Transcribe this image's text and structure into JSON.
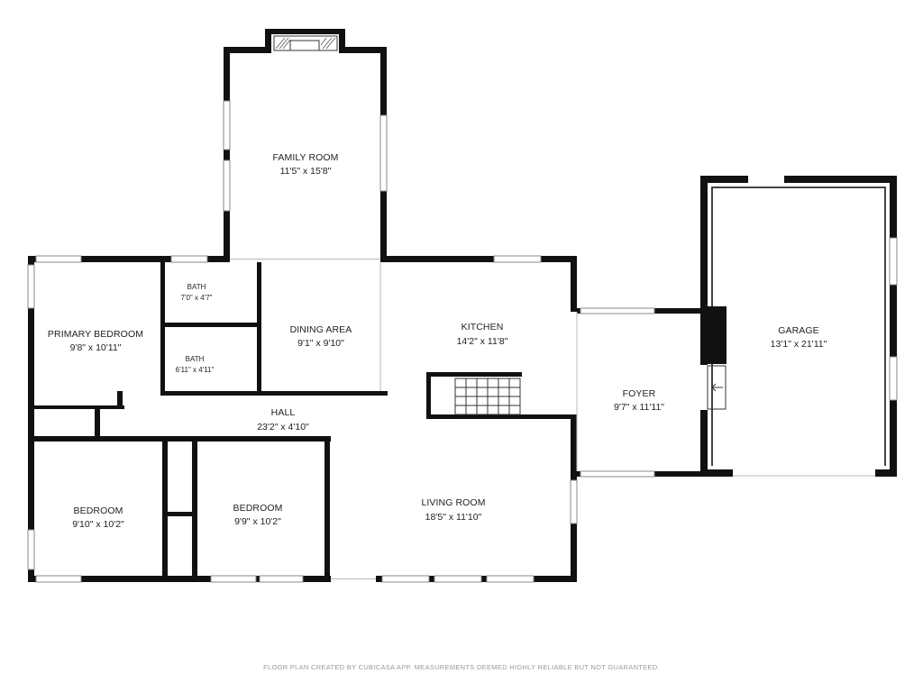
{
  "rooms": {
    "family_room": {
      "name": "FAMILY ROOM",
      "dims": "11'5\" x 15'8\""
    },
    "primary_bedroom": {
      "name": "PRIMARY BEDROOM",
      "dims": "9'8\" x 10'11\""
    },
    "bath1": {
      "name": "BATH",
      "dims": "7'0\" x 4'7\""
    },
    "bath2": {
      "name": "BATH",
      "dims": "6'11\" x 4'11\""
    },
    "dining_area": {
      "name": "DINING AREA",
      "dims": "9'1\" x 9'10\""
    },
    "kitchen": {
      "name": "KITCHEN",
      "dims": "14'2\" x 11'8\""
    },
    "foyer": {
      "name": "FOYER",
      "dims": "9'7\" x 11'11\""
    },
    "garage": {
      "name": "GARAGE",
      "dims": "13'1\" x 21'11\""
    },
    "hall": {
      "name": "HALL",
      "dims": "23'2\" x 4'10\""
    },
    "bedroom1": {
      "name": "BEDROOM",
      "dims": "9'10\" x 10'2\""
    },
    "bedroom2": {
      "name": "BEDROOM",
      "dims": "9'9\" x 10'2\""
    },
    "living_room": {
      "name": "LIVING ROOM",
      "dims": "18'5\" x 11'10\""
    }
  },
  "footer": "FLOOR PLAN CREATED BY CUBICASA APP. MEASUREMENTS DEEMED HIGHLY RELIABLE BUT NOT GUARANTEED.",
  "colors": {
    "wall": "#111111",
    "window": "#b8b8b8",
    "text": "#222222",
    "footer": "#9a9a9a"
  }
}
